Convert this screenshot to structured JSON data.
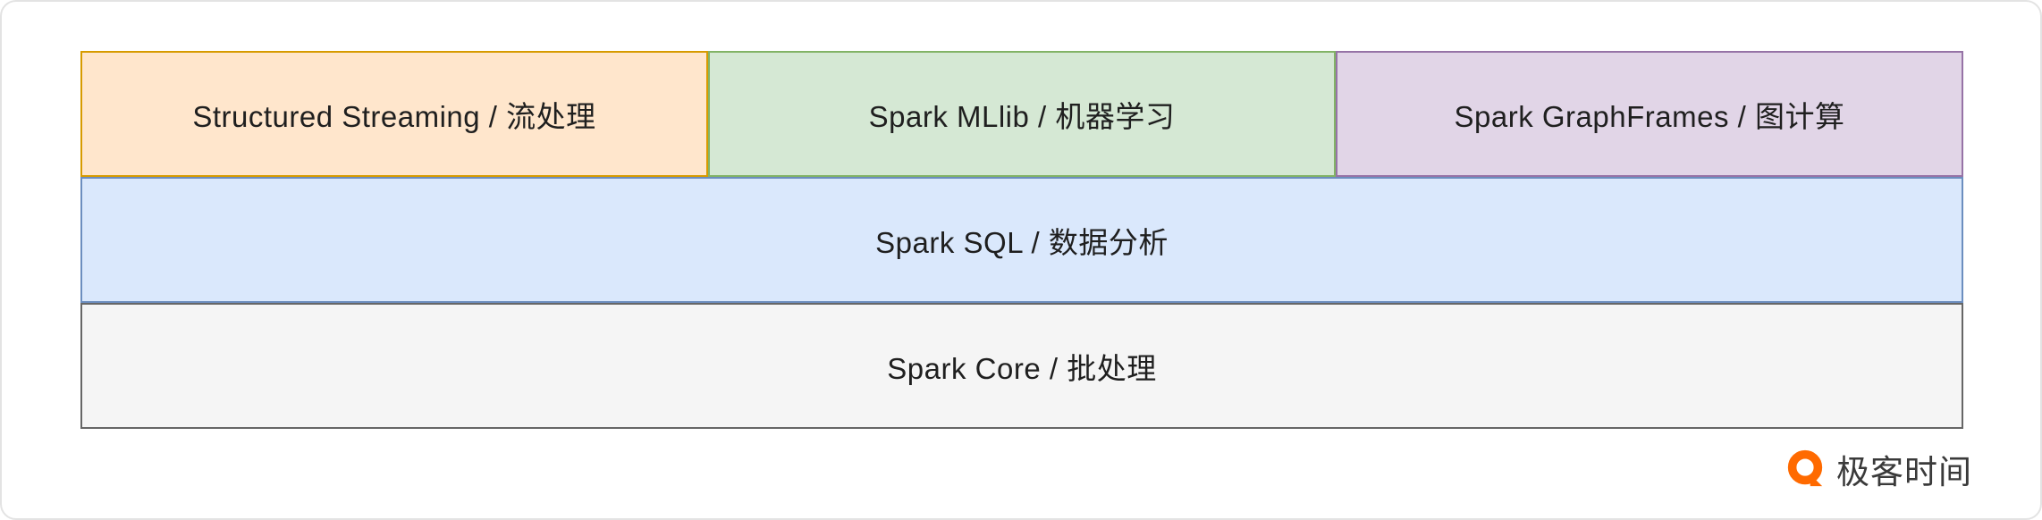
{
  "diagram": {
    "top_row": [
      {
        "label": "Structured Streaming / 流处理",
        "fill": "#ffe6cc",
        "stroke": "#d79b00"
      },
      {
        "label": "Spark MLlib / 机器学习",
        "fill": "#d5e8d4",
        "stroke": "#82b366"
      },
      {
        "label": "Spark GraphFrames / 图计算",
        "fill": "#e1d5e7",
        "stroke": "#9673a6"
      }
    ],
    "sql_row": {
      "label": "Spark SQL / 数据分析",
      "fill": "#dae8fc",
      "stroke": "#6c8ebf"
    },
    "core_row": {
      "label": "Spark Core / 批处理",
      "fill": "#f5f5f5",
      "stroke": "#666666"
    },
    "label_color": "#1f1f1f"
  },
  "branding": {
    "logo_text": "极客时间",
    "logo_color": "#ff6a00",
    "text_color": "#3a3a3a"
  }
}
